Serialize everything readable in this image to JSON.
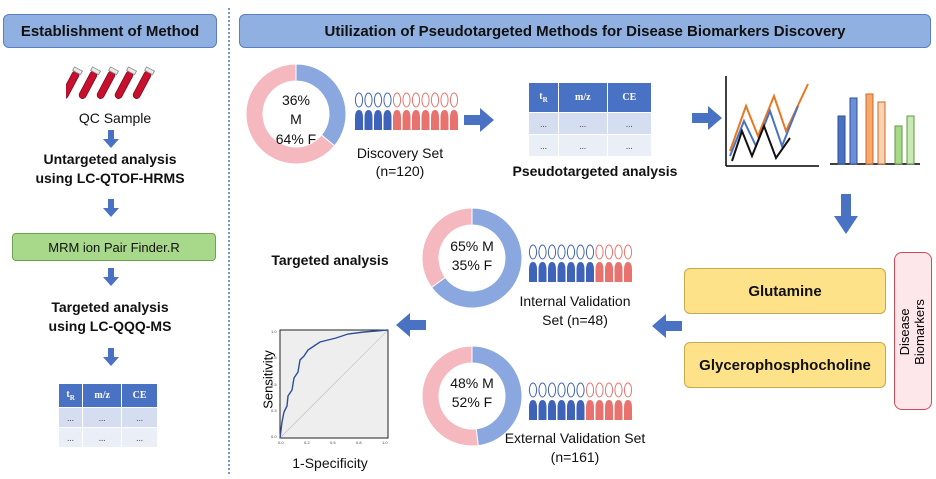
{
  "left_panel": {
    "header": "Establishment of Method",
    "qc_sample": "QC Sample",
    "untargeted_line1": "Untargeted analysis",
    "untargeted_line2": "using LC-QTOF-HRMS",
    "finder": "MRM ion Pair Finder.R",
    "targeted_line1": "Targeted analysis",
    "targeted_line2": "using LC-QQQ-MS",
    "table": {
      "headers": [
        "tR",
        "m/z",
        "CE"
      ],
      "rows": [
        [
          "...",
          "...",
          "..."
        ],
        [
          "...",
          "...",
          "..."
        ]
      ]
    }
  },
  "right_panel": {
    "header": "Utilization of  Pseudotargeted  Methods for Disease Biomarkers Discovery",
    "discovery": {
      "male_pct": "36%",
      "male_label": "M",
      "female_text": "64% F",
      "label_line1": "Discovery Set",
      "label_line2": "(n=120)",
      "male_fraction": 0.36
    },
    "pseudotargeted_label": "Pseudotargeted  analysis",
    "table": {
      "headers": [
        "tR",
        "m/z",
        "CE"
      ],
      "rows": [
        [
          "...",
          "...",
          "..."
        ],
        [
          "...",
          "...",
          "..."
        ]
      ]
    },
    "internal": {
      "male_text": "65% M",
      "female_text": "35% F",
      "label_line1": "Internal Validation",
      "label_line2": "Set (n=48)",
      "male_fraction": 0.65
    },
    "external": {
      "male_text": "48% M",
      "female_text": "52% F",
      "label_line1": "External Validation Set",
      "label_line2": "(n=161)",
      "male_fraction": 0.48
    },
    "targeted_label": "Targeted analysis",
    "roc": {
      "ylabel": "Sensitivity",
      "xlabel": "1-Specificity"
    },
    "biomarkers": {
      "title_line1": "Disease",
      "title_line2": "Biomarkers",
      "items": [
        "Glutamine",
        "Glycerophosphocholine"
      ]
    }
  },
  "colors": {
    "header_fill": "#8fb0e0",
    "male_blue": "#8aa7e0",
    "female_pink": "#f4b8be",
    "arrow_blue": "#4a72c4",
    "tube_red": "#c8102e",
    "yellow": "#fde28a",
    "green": "#a8d88a"
  }
}
